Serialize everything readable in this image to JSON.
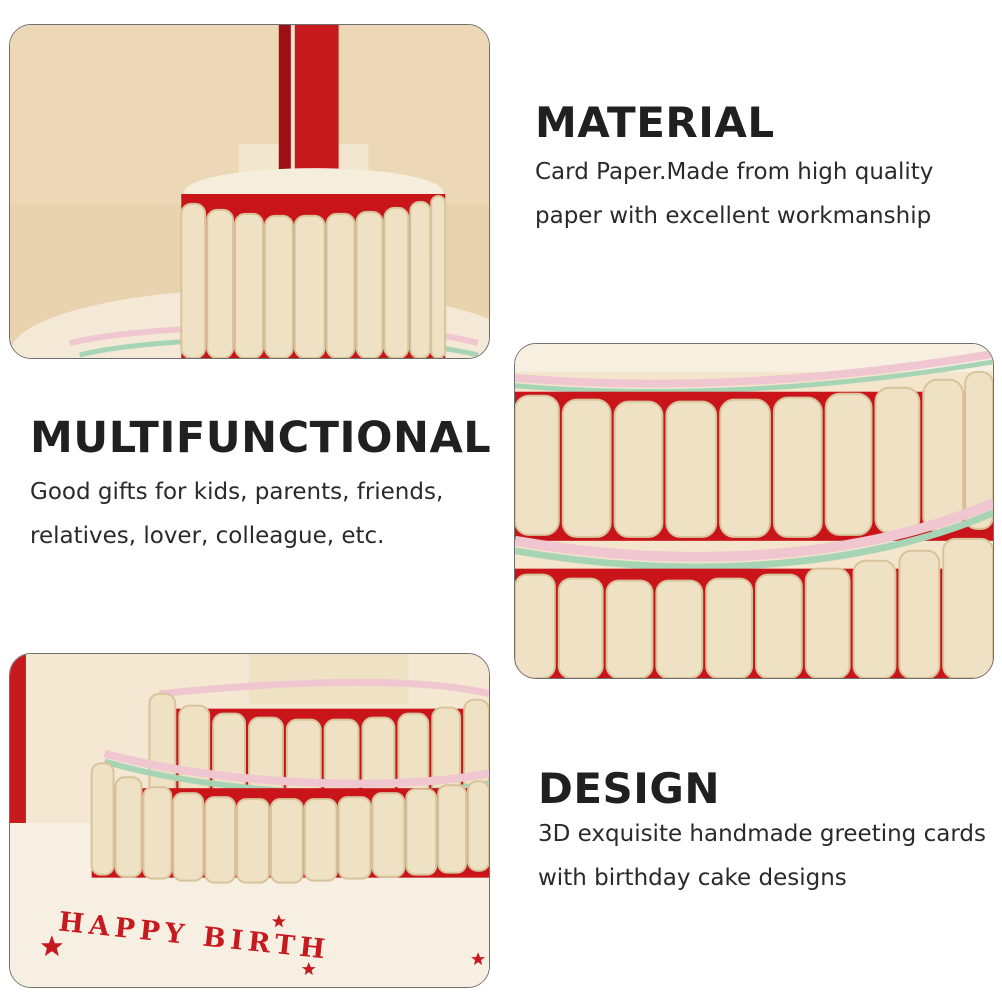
{
  "sections": {
    "material": {
      "title": "MATERIAL",
      "line1": "Card Paper.Made from high quality",
      "line2": "paper with excellent workmanship"
    },
    "multifunctional": {
      "title": "MULTIFUNCTIONAL",
      "line1": "Good gifts for kids, parents, friends,",
      "line2": "relatives, lover, colleague, etc."
    },
    "design": {
      "title": "DESIGN",
      "line1": "3D exquisite handmade greeting cards",
      "line2": "with birthday cake designs"
    }
  },
  "photos": {
    "card_text": "HAPPY BIRTH"
  },
  "colors": {
    "paper": "#f3e6cc",
    "paper_shadow": "#e2d1ad",
    "red": "#c4161c",
    "background_beige": "#e8d2ad",
    "ribbon_pink": "#f2c4cf",
    "ribbon_green": "#a9d6b8",
    "heading_text": "#202020",
    "body_text": "#2a2a2a"
  }
}
